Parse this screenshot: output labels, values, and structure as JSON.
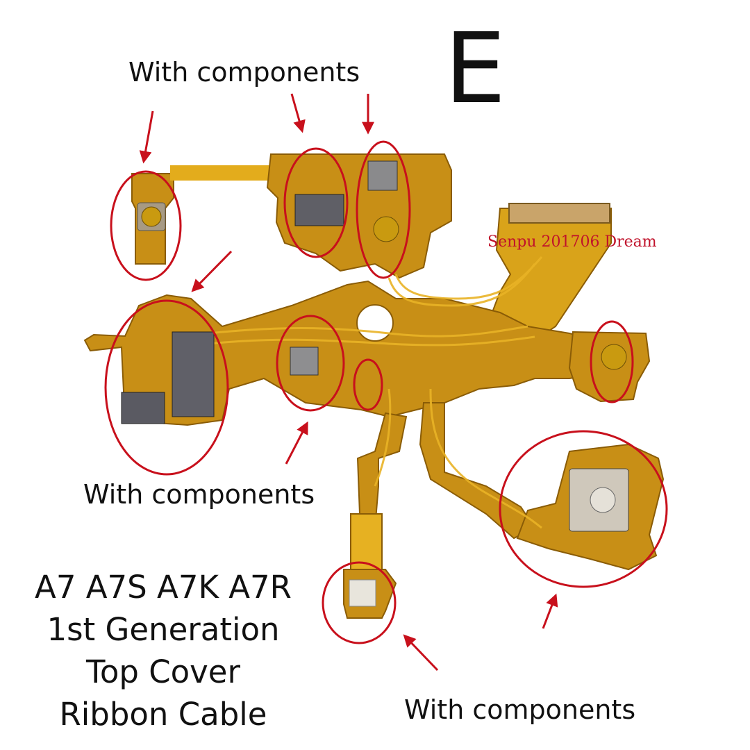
{
  "header": {
    "letter": "E"
  },
  "callouts": [
    "With components",
    "With components",
    "With components"
  ],
  "product_lines": [
    "A7 A7S A7K A7R",
    "1st Generation",
    "Top Cover",
    "Ribbon Cable"
  ],
  "watermark": "Senpu 201706 Dream",
  "colors": {
    "flex_board": "#c88f16",
    "flex_trace": "#e8b21c",
    "highlight_circle": "#c8101c",
    "arrow": "#c8101c",
    "text": "#111111"
  }
}
